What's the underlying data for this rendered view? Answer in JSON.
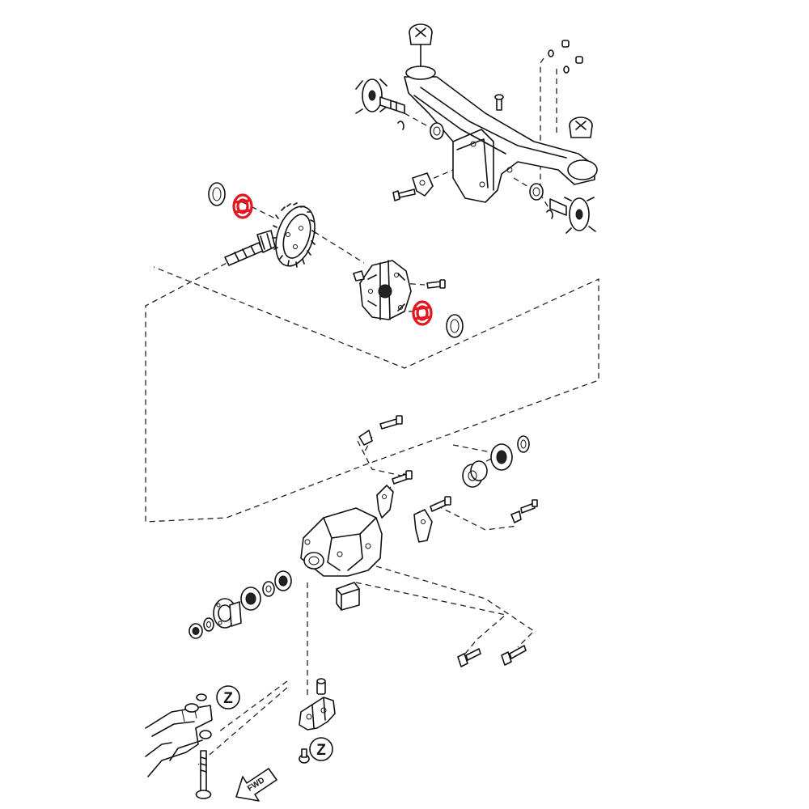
{
  "callouts": {
    "ref_mark_1": "Z",
    "ref_mark_2": "Z"
  },
  "direction_arrow": {
    "label": "FWD"
  },
  "colors": {
    "highlight": "#e3171f",
    "line": "#111111",
    "background": "#ffffff"
  }
}
